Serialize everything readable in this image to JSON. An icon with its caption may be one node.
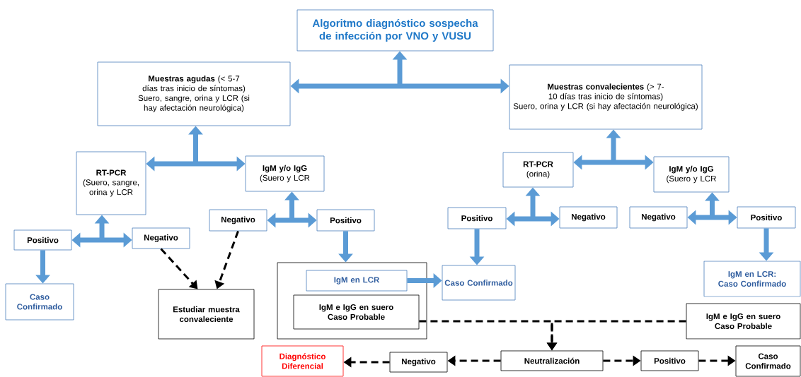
{
  "diagram": {
    "nodes": [
      {
        "text": [
          "Algoritmo diagnóstico sospecha de infección por VNO y VUSU"
        ]
      },
      {
        "text": [
          "**Muestras agudas** (< 5-7 días tras inicio de síntomas)",
          "Suero, sangre, orina y LCR (si hay afectación neurológica)"
        ]
      },
      {
        "text": [
          "**Muestras convalecientes** (> 7-10 días tras inicio de síntomas)",
          "Suero, orina y LCR (si hay afectación neurológica)"
        ]
      },
      {
        "text": [
          "RT-PCR",
          "(Suero, sangre, orina y LCR"
        ]
      },
      {
        "text": [
          "IgM y/o IgG",
          "(Suero y LCR"
        ]
      },
      {
        "text": [
          "Positivo"
        ]
      },
      {
        "text": [
          "Negativo"
        ]
      },
      {
        "text": [
          "Caso Confirmado"
        ]
      },
      {
        "text": [
          "Negativo"
        ]
      },
      {
        "text": [
          "Positivo"
        ]
      },
      {
        "text": [
          "Estudiar muestra convaleciente"
        ]
      },
      {
        "text": [],
        "shape": "box"
      },
      {
        "text": [
          "IgM en LCR"
        ],
        "in": 11
      },
      {
        "text": [
          "IgM e IgG en suero Caso Probable"
        ],
        "in": 11
      },
      {
        "text": [
          "Caso Confirmado"
        ]
      },
      {
        "text": [
          "RT-PCR",
          "(orina)"
        ]
      },
      {
        "text": [
          "IgM y/o IgG",
          "(Suero y LCR"
        ]
      },
      {
        "text": [
          "Positivo"
        ]
      },
      {
        "text": [
          "Negativo"
        ]
      },
      {
        "text": [
          "Negativo"
        ]
      },
      {
        "text": [
          "Positivo"
        ]
      },
      {
        "text": [
          "IgM en LCR: Caso Confirmado"
        ]
      },
      {
        "text": [
          "IgM e IgG en suero Caso Probable"
        ]
      },
      {
        "text": [
          "Diagnóstico Diferencial"
        ]
      },
      {
        "text": [
          "Negativo"
        ]
      },
      {
        "text": [
          "Neutralización"
        ]
      },
      {
        "text": [
          "Positivo"
        ]
      },
      {
        "text": [
          "Caso Confirmado"
        ]
      }
    ],
    "edges": [
      {
        "from": 1,
        "to": 2,
        "arrow": "both"
      },
      {
        "from": null,
        "to": 0,
        "arrow": "to"
      },
      {
        "from": 3,
        "to": 4,
        "arrow": "both"
      },
      {
        "from": null,
        "to": 1,
        "arrow": "to"
      },
      {
        "from": 5,
        "to": 6,
        "arrow": "both"
      },
      {
        "from": null,
        "to": 3,
        "arrow": "to"
      },
      {
        "from": 8,
        "to": 9,
        "arrow": "both"
      },
      {
        "from": null,
        "to": 4,
        "arrow": "to"
      },
      {
        "from": 5,
        "to": 7,
        "arrow": "to"
      },
      {
        "from": 9,
        "to": 11,
        "arrow": "to"
      },
      {
        "from": 12,
        "to": 14,
        "arrow": "to"
      },
      {
        "from": 6,
        "to": 10,
        "arrow": "to",
        "style": "dashed",
        "color": "#000000"
      },
      {
        "from": 8,
        "to": 10,
        "arrow": "to",
        "style": "dashed",
        "color": "#000000"
      },
      {
        "from": 15,
        "to": 16,
        "arrow": "both"
      },
      {
        "from": null,
        "to": 2,
        "arrow": "to"
      },
      {
        "from": 17,
        "to": 18,
        "arrow": "both"
      },
      {
        "from": null,
        "to": 15,
        "arrow": "to"
      },
      {
        "from": 19,
        "to": 20,
        "arrow": "both"
      },
      {
        "from": null,
        "to": 16,
        "arrow": "to"
      },
      {
        "from": 17,
        "to": 14,
        "arrow": "to"
      },
      {
        "from": 20,
        "to": 21,
        "arrow": "to"
      },
      {
        "from": 13,
        "to": 25,
        "arrow": "to",
        "style": "dashed",
        "color": "#000000"
      },
      {
        "from": 22,
        "to": 25,
        "arrow": "to",
        "style": "dashed",
        "color": "#000000"
      },
      {
        "from": 25,
        "to": 24,
        "arrow": "to",
        "style": "dashed",
        "color": "#000000"
      },
      {
        "from": 24,
        "to": 23,
        "arrow": "to",
        "style": "dashed",
        "color": "#000000"
      },
      {
        "from": 25,
        "to": 26,
        "arrow": "to",
        "style": "dashed",
        "color": "#000000"
      },
      {
        "from": 26,
        "to": 27,
        "arrow": "to",
        "style": "dashed",
        "color": "#000000"
      }
    ]
  }
}
